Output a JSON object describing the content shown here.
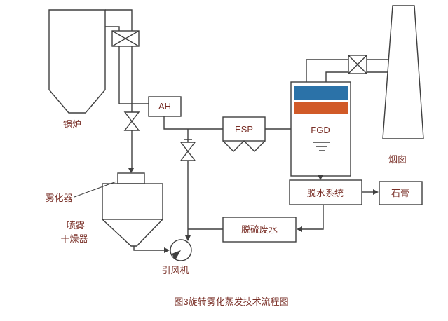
{
  "diagram": {
    "caption": "图3旋转雾化蒸发技术流程图",
    "nodes": {
      "boiler": "锅炉",
      "air_heater": "AH",
      "esp": "ESP",
      "fgd": "FGD",
      "stack": "烟囱",
      "dewatering_system": "脱水系统",
      "gypsum": "石膏",
      "desulfurization_wastewater": "脱硫废水",
      "atomizer": "雾化器",
      "spray_dryer_line1": "喷雾",
      "spray_dryer_line2": "干燥器",
      "induced_draft_fan": "引风机"
    },
    "colors": {
      "line": "#3f3f3f",
      "label_text": "#7a3028",
      "fgd_top_band": "#2b72a8",
      "fgd_mid_band": "#d15a28"
    }
  }
}
